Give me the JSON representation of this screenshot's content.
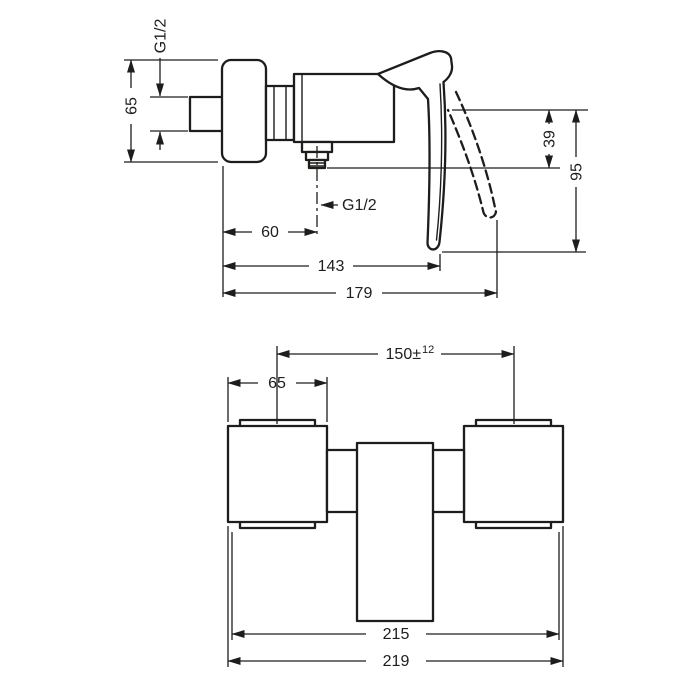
{
  "colors": {
    "line": "#1d1d1b",
    "background": "#ffffff"
  },
  "side_view": {
    "inlet_thread_label": "G1/2",
    "escutcheon_height": "65",
    "outlet_offset": "39",
    "handle_depth": "95",
    "outlet_distance": "60",
    "outlet_thread_label": "G1/2",
    "reach_closed": "143",
    "reach_open": "179"
  },
  "front_view": {
    "connection_distance_base": "150±",
    "connection_distance_tolerance": "12",
    "escutcheon_width": "65",
    "body_width": "215",
    "overall_width": "219"
  }
}
